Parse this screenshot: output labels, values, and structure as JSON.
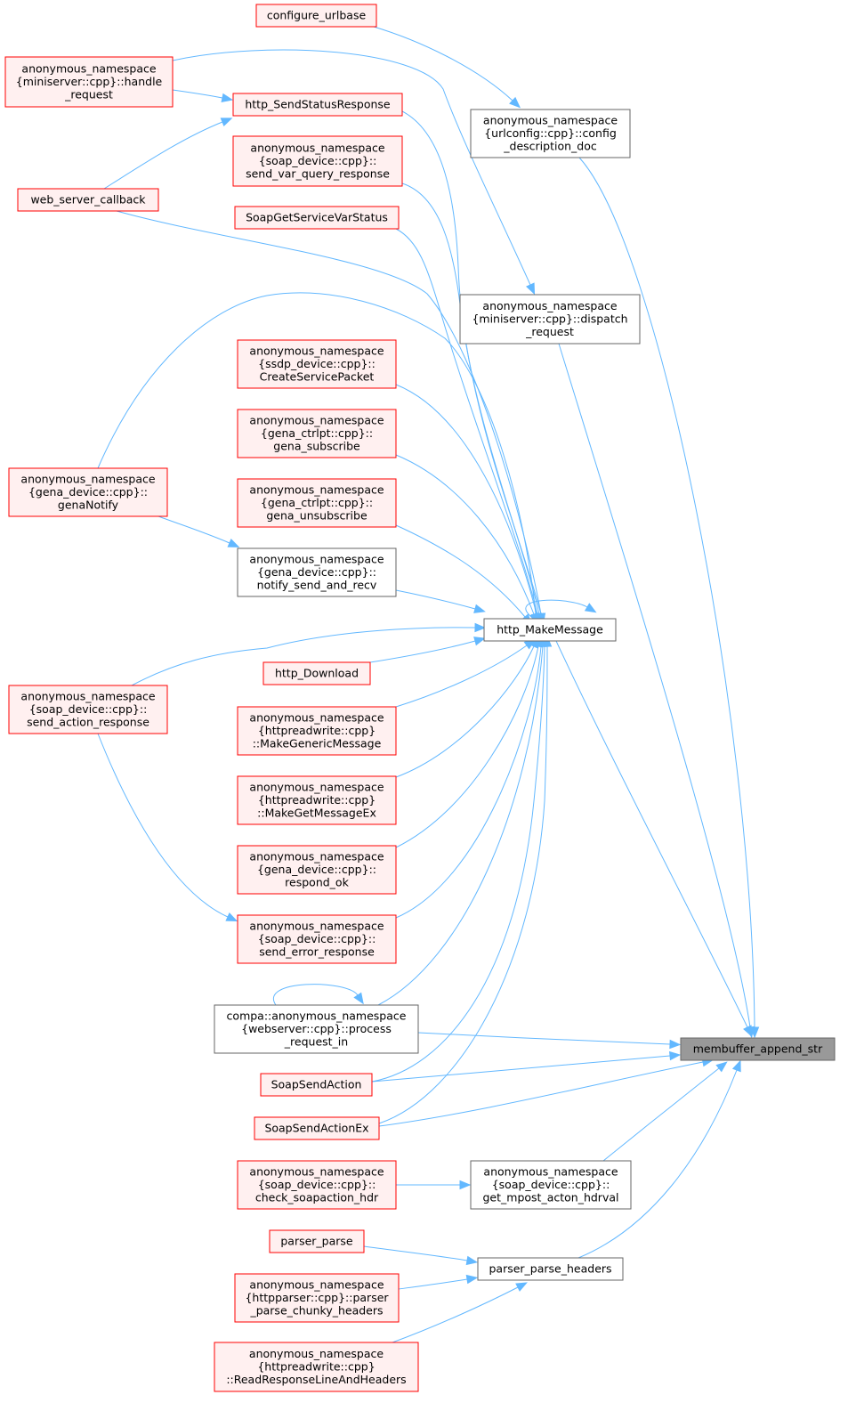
{
  "colors": {
    "edge": "#63b8ff",
    "red_border": "#ff0000",
    "red_fill": "#fff0f0",
    "gray_border": "#666666",
    "white_fill": "#ffffff",
    "target_fill": "#999999",
    "target_border": "#666666"
  },
  "nodes": [
    {
      "id": "target",
      "style": "target",
      "lines": [
        "membuffer_append_str"
      ]
    },
    {
      "id": "configure_urlbase",
      "style": "red",
      "lines": [
        "configure_urlbase"
      ]
    },
    {
      "id": "miniserver_handle_request",
      "style": "red",
      "lines": [
        "anonymous_namespace",
        "{miniserver::cpp}::handle",
        "_request"
      ]
    },
    {
      "id": "http_SendStatusResponse",
      "style": "red",
      "lines": [
        "http_SendStatusResponse"
      ]
    },
    {
      "id": "urlconfig_config_description_doc",
      "style": "gray",
      "lines": [
        "anonymous_namespace",
        "{urlconfig::cpp}::config",
        "_description_doc"
      ]
    },
    {
      "id": "send_var_query_response",
      "style": "red",
      "lines": [
        "anonymous_namespace",
        "{soap_device::cpp}::",
        "send_var_query_response"
      ]
    },
    {
      "id": "web_server_callback",
      "style": "red",
      "lines": [
        "web_server_callback"
      ]
    },
    {
      "id": "SoapGetServiceVarStatus",
      "style": "red",
      "lines": [
        "SoapGetServiceVarStatus"
      ]
    },
    {
      "id": "miniserver_dispatch_request",
      "style": "gray",
      "lines": [
        "anonymous_namespace",
        "{miniserver::cpp}::dispatch",
        "_request"
      ]
    },
    {
      "id": "CreateServicePacket",
      "style": "red",
      "lines": [
        "anonymous_namespace",
        "{ssdp_device::cpp}::",
        "CreateServicePacket"
      ]
    },
    {
      "id": "gena_subscribe",
      "style": "red",
      "lines": [
        "anonymous_namespace",
        "{gena_ctrlpt::cpp}::",
        "gena_subscribe"
      ]
    },
    {
      "id": "genaNotify",
      "style": "red",
      "lines": [
        "anonymous_namespace",
        "{gena_device::cpp}::",
        "genaNotify"
      ]
    },
    {
      "id": "gena_unsubscribe",
      "style": "red",
      "lines": [
        "anonymous_namespace",
        "{gena_ctrlpt::cpp}::",
        "gena_unsubscribe"
      ]
    },
    {
      "id": "notify_send_and_recv",
      "style": "gray",
      "lines": [
        "anonymous_namespace",
        "{gena_device::cpp}::",
        "notify_send_and_recv"
      ]
    },
    {
      "id": "http_MakeMessage",
      "style": "gray",
      "lines": [
        "http_MakeMessage"
      ]
    },
    {
      "id": "http_Download",
      "style": "red",
      "lines": [
        "http_Download"
      ]
    },
    {
      "id": "send_action_response",
      "style": "red",
      "lines": [
        "anonymous_namespace",
        "{soap_device::cpp}::",
        "send_action_response"
      ]
    },
    {
      "id": "MakeGenericMessage",
      "style": "red",
      "lines": [
        "anonymous_namespace",
        "{httpreadwrite::cpp}",
        "::MakeGenericMessage"
      ]
    },
    {
      "id": "MakeGetMessageEx",
      "style": "red",
      "lines": [
        "anonymous_namespace",
        "{httpreadwrite::cpp}",
        "::MakeGetMessageEx"
      ]
    },
    {
      "id": "respond_ok",
      "style": "red",
      "lines": [
        "anonymous_namespace",
        "{gena_device::cpp}::",
        "respond_ok"
      ]
    },
    {
      "id": "send_error_response",
      "style": "red",
      "lines": [
        "anonymous_namespace",
        "{soap_device::cpp}::",
        "send_error_response"
      ]
    },
    {
      "id": "process_request_in",
      "style": "gray",
      "lines": [
        "compa::anonymous_namespace",
        "{webserver::cpp}::process",
        "_request_in"
      ]
    },
    {
      "id": "SoapSendAction",
      "style": "red",
      "lines": [
        "SoapSendAction"
      ]
    },
    {
      "id": "SoapSendActionEx",
      "style": "red",
      "lines": [
        "SoapSendActionEx"
      ]
    },
    {
      "id": "check_soapaction_hdr",
      "style": "red",
      "lines": [
        "anonymous_namespace",
        "{soap_device::cpp}::",
        "check_soapaction_hdr"
      ]
    },
    {
      "id": "get_mpost_acton_hdrval",
      "style": "gray",
      "lines": [
        "anonymous_namespace",
        "{soap_device::cpp}::",
        "get_mpost_acton_hdrval"
      ]
    },
    {
      "id": "parser_parse",
      "style": "red",
      "lines": [
        "parser_parse"
      ]
    },
    {
      "id": "parser_parse_headers",
      "style": "gray",
      "lines": [
        "parser_parse_headers"
      ]
    },
    {
      "id": "parser_parse_chunky_headers",
      "style": "red",
      "lines": [
        "anonymous_namespace",
        "{httpparser::cpp}::parser",
        "_parse_chunky_headers"
      ]
    },
    {
      "id": "ReadResponseLineAndHeaders",
      "style": "red",
      "lines": [
        "anonymous_namespace",
        "{httpreadwrite::cpp}",
        "::ReadResponseLineAndHeaders"
      ]
    }
  ],
  "edges": [
    {
      "from": "configure_urlbase",
      "to": "urlconfig_config_description_doc"
    },
    {
      "from": "urlconfig_config_description_doc",
      "to": "target"
    },
    {
      "from": "miniserver_handle_request",
      "to": "miniserver_dispatch_request"
    },
    {
      "from": "miniserver_handle_request",
      "to": "http_SendStatusResponse"
    },
    {
      "from": "web_server_callback",
      "to": "http_SendStatusResponse"
    },
    {
      "from": "web_server_callback",
      "to": "http_MakeMessage"
    },
    {
      "from": "http_SendStatusResponse",
      "to": "http_MakeMessage"
    },
    {
      "from": "send_var_query_response",
      "to": "http_MakeMessage"
    },
    {
      "from": "SoapGetServiceVarStatus",
      "to": "http_MakeMessage"
    },
    {
      "from": "miniserver_dispatch_request",
      "to": "target"
    },
    {
      "from": "CreateServicePacket",
      "to": "http_MakeMessage"
    },
    {
      "from": "gena_subscribe",
      "to": "http_MakeMessage"
    },
    {
      "from": "genaNotify",
      "to": "http_MakeMessage"
    },
    {
      "from": "genaNotify",
      "to": "notify_send_and_recv"
    },
    {
      "from": "gena_unsubscribe",
      "to": "http_MakeMessage"
    },
    {
      "from": "notify_send_and_recv",
      "to": "http_MakeMessage"
    },
    {
      "from": "http_MakeMessage",
      "to": "http_MakeMessage"
    },
    {
      "from": "http_MakeMessage",
      "to": "target"
    },
    {
      "from": "http_Download",
      "to": "http_MakeMessage"
    },
    {
      "from": "send_action_response",
      "to": "http_MakeMessage"
    },
    {
      "from": "send_action_response",
      "to": "send_error_response"
    },
    {
      "from": "MakeGenericMessage",
      "to": "http_MakeMessage"
    },
    {
      "from": "MakeGetMessageEx",
      "to": "http_MakeMessage"
    },
    {
      "from": "respond_ok",
      "to": "http_MakeMessage"
    },
    {
      "from": "send_error_response",
      "to": "http_MakeMessage"
    },
    {
      "from": "process_request_in",
      "to": "http_MakeMessage"
    },
    {
      "from": "process_request_in",
      "to": "process_request_in"
    },
    {
      "from": "process_request_in",
      "to": "target"
    },
    {
      "from": "SoapSendAction",
      "to": "http_MakeMessage"
    },
    {
      "from": "SoapSendAction",
      "to": "target"
    },
    {
      "from": "SoapSendActionEx",
      "to": "http_MakeMessage"
    },
    {
      "from": "SoapSendActionEx",
      "to": "target"
    },
    {
      "from": "check_soapaction_hdr",
      "to": "get_mpost_acton_hdrval"
    },
    {
      "from": "get_mpost_acton_hdrval",
      "to": "target"
    },
    {
      "from": "parser_parse",
      "to": "parser_parse_headers"
    },
    {
      "from": "parser_parse_chunky_headers",
      "to": "parser_parse_headers"
    },
    {
      "from": "ReadResponseLineAndHeaders",
      "to": "parser_parse_headers"
    },
    {
      "from": "parser_parse_headers",
      "to": "target"
    }
  ]
}
